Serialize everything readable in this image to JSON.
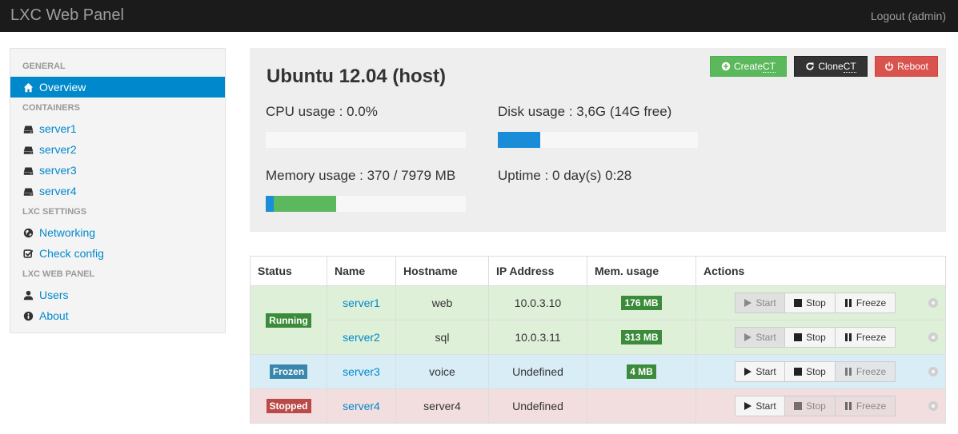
{
  "navbar": {
    "brand": "LXC Web Panel",
    "logout": "Logout (admin)"
  },
  "sidebar": {
    "sections": [
      {
        "header": "GENERAL"
      },
      {
        "header": "CONTAINERS"
      },
      {
        "header": "LXC SETTINGS"
      },
      {
        "header": "LXC WEB PANEL"
      }
    ],
    "items": [
      {
        "label": "Overview",
        "icon": "home-icon",
        "active": true
      },
      {
        "label": "server1",
        "icon": "hdd-icon"
      },
      {
        "label": "server2",
        "icon": "hdd-icon"
      },
      {
        "label": "server3",
        "icon": "hdd-icon"
      },
      {
        "label": "server4",
        "icon": "hdd-icon"
      },
      {
        "label": "Networking",
        "icon": "globe-icon"
      },
      {
        "label": "Check config",
        "icon": "check-icon"
      },
      {
        "label": "Users",
        "icon": "user-icon"
      },
      {
        "label": "About",
        "icon": "info-icon"
      }
    ]
  },
  "host": {
    "title": "Ubuntu 12.04 (host)",
    "cpu_label": "CPU usage : 0.0%",
    "cpu_percent": 0,
    "disk_label": "Disk usage : 3,6G (14G free)",
    "disk_percent": 21,
    "memory_label": "Memory usage : 370 / 7979 MB",
    "memory_segments": [
      {
        "percent": 4,
        "color": "#1a8cd8"
      },
      {
        "percent": 31,
        "color": "#5cb85c"
      }
    ],
    "uptime_label": "Uptime : 0 day(s) 0:28",
    "buttons": {
      "create": {
        "label_pre": "Create ",
        "label_abbr": "CT",
        "icon": "plus-circle-icon",
        "color": "#5cb85c"
      },
      "clone": {
        "label_pre": "Clone ",
        "label_abbr": "CT",
        "icon": "refresh-icon",
        "color": "#333333"
      },
      "reboot": {
        "label": "Reboot",
        "icon": "power-icon",
        "color": "#d9534f"
      }
    }
  },
  "table": {
    "headers": [
      "Status",
      "Name",
      "Hostname",
      "IP Address",
      "Mem. usage",
      "Actions"
    ],
    "status_groups": [
      {
        "status": "Running",
        "rowspan": 2,
        "color": "#3b8b3b"
      },
      {
        "status": "Frozen",
        "rowspan": 1,
        "color": "#3a87ad"
      },
      {
        "status": "Stopped",
        "rowspan": 1,
        "color": "#b94a48"
      }
    ],
    "rows": [
      {
        "name": "server1",
        "hostname": "web",
        "ip": "10.0.3.10",
        "mem": "176 MB",
        "start": "Start",
        "stop": "Stop",
        "freeze": "Freeze",
        "start_disabled": true,
        "stop_disabled": false,
        "freeze_disabled": false
      },
      {
        "name": "server2",
        "hostname": "sql",
        "ip": "10.0.3.11",
        "mem": "313 MB",
        "start": "Start",
        "stop": "Stop",
        "freeze": "Freeze",
        "start_disabled": true,
        "stop_disabled": false,
        "freeze_disabled": false
      },
      {
        "name": "server3",
        "hostname": "voice",
        "ip": "Undefined",
        "mem": "4 MB",
        "start": "Start",
        "stop": "Stop",
        "freeze": "Freeze",
        "start_disabled": false,
        "stop_disabled": false,
        "freeze_disabled": true
      },
      {
        "name": "server4",
        "hostname": "server4",
        "ip": "Undefined",
        "mem": "",
        "start": "Start",
        "stop": "Stop",
        "freeze": "Freeze",
        "start_disabled": false,
        "stop_disabled": true,
        "freeze_disabled": true
      }
    ]
  }
}
